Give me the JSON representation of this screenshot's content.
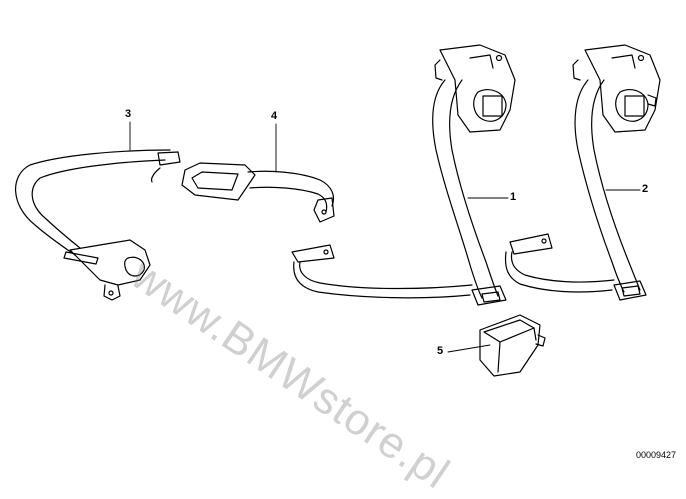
{
  "diagram": {
    "callouts": [
      {
        "id": "1",
        "label": "1"
      },
      {
        "id": "2",
        "label": "2"
      },
      {
        "id": "3",
        "label": "3"
      },
      {
        "id": "4",
        "label": "4"
      },
      {
        "id": "5",
        "label": "5"
      }
    ],
    "watermark": "www.BMWstore.pl",
    "document_number": "00009427"
  },
  "colors": {
    "line": "#000000",
    "watermark": "#8a8a8a",
    "background": "#ffffff"
  }
}
